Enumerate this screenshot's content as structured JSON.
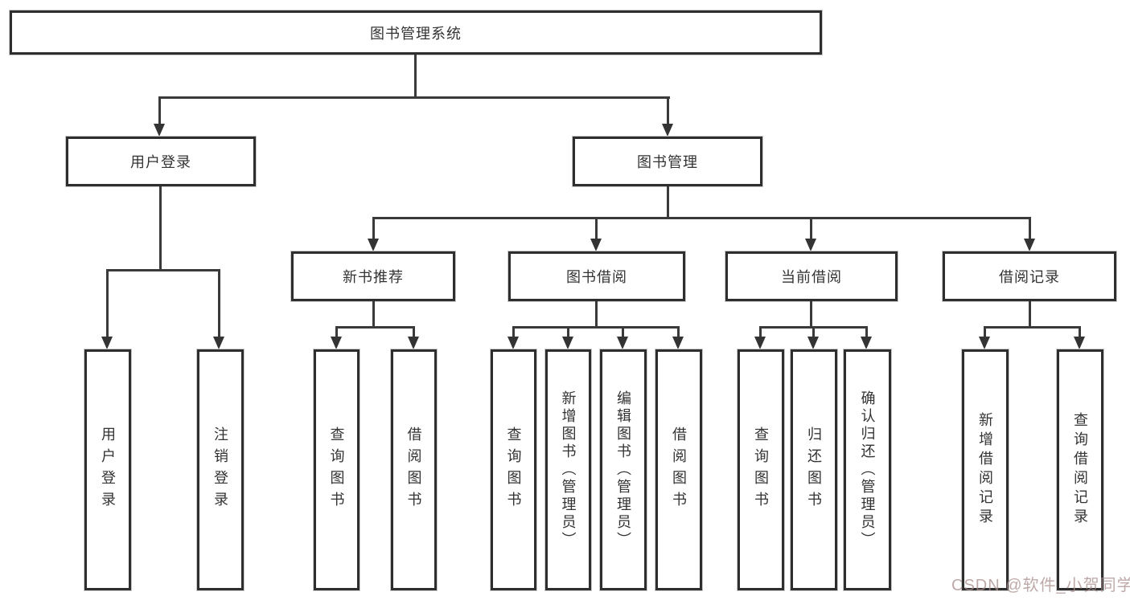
{
  "diagram": {
    "root": {
      "label": "图书管理系统"
    },
    "level1": [
      {
        "label": "用户登录"
      },
      {
        "label": "图书管理"
      }
    ],
    "level2": [
      {
        "label": "新书推荐"
      },
      {
        "label": "图书借阅"
      },
      {
        "label": "当前借阅"
      },
      {
        "label": "借阅记录"
      }
    ],
    "leaves": {
      "user_login": [
        {
          "label": "用户登录"
        },
        {
          "label": "注销登录"
        }
      ],
      "new_book": [
        {
          "label": "查询图书"
        },
        {
          "label": "借阅图书"
        }
      ],
      "book_borrow": [
        {
          "label": "查询图书"
        },
        {
          "label": "新增图书（管理员）"
        },
        {
          "label": "编辑图书（管理员）"
        },
        {
          "label": "借阅图书"
        }
      ],
      "current_borrow": [
        {
          "label": "查询图书"
        },
        {
          "label": "归还图书"
        },
        {
          "label": "确认归还（管理员）"
        }
      ],
      "borrow_record": [
        {
          "label": "新增借阅记录"
        },
        {
          "label": "查询借阅记录"
        }
      ]
    },
    "colors": {
      "line": "#3a3a3a",
      "box_border": "#2e2e2e",
      "text": "#333333"
    }
  },
  "watermark": {
    "text": "CSDN @软件_小贺同学"
  }
}
